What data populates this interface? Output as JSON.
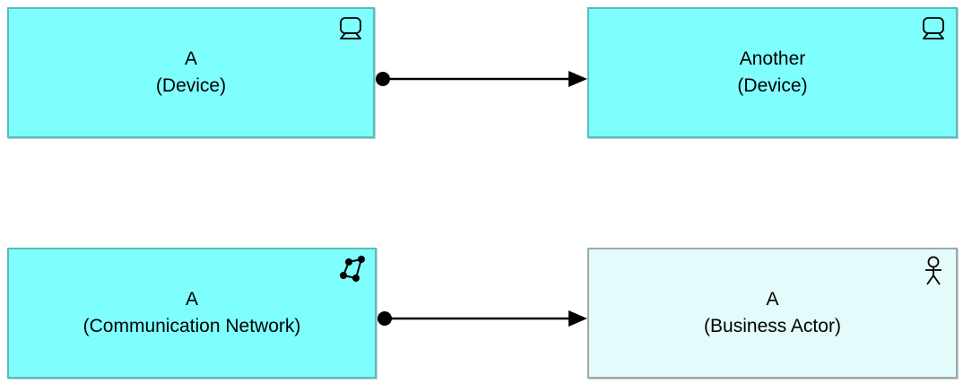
{
  "canvas": {
    "background": "#ffffff"
  },
  "nodes": [
    {
      "name": "A",
      "type_label": "(Device)",
      "icon": "device-icon",
      "fill": "#7ffefe",
      "border_color": "#58bcbc",
      "text_color": "#000000"
    },
    {
      "name": "Another",
      "type_label": "(Device)",
      "icon": "device-icon",
      "fill": "#7ffefe",
      "border_color": "#58bcbc",
      "text_color": "#000000"
    },
    {
      "name": "A",
      "type_label": "(Communication Network)",
      "icon": "communication-network-icon",
      "fill": "#7ffefe",
      "border_color": "#58bcbc",
      "text_color": "#000000"
    },
    {
      "name": "A",
      "type_label": "(Business Actor)",
      "icon": "business-actor-icon",
      "fill": "#e4fbfb",
      "border_color": "#a0a8a8",
      "text_color": "#000000"
    }
  ],
  "relationships": [
    {
      "type": "assignment",
      "from": "A (Device)",
      "to": "Another (Device)",
      "color": "#000000"
    },
    {
      "type": "assignment",
      "from": "A (Communication Network)",
      "to": "A (Business Actor)",
      "color": "#000000"
    }
  ]
}
